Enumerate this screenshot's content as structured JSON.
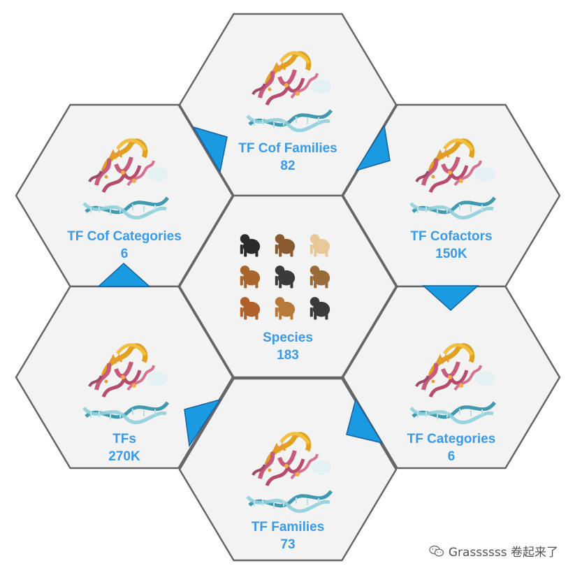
{
  "colors": {
    "hex_fill": "#f3f3f3",
    "hex_stroke": "#666666",
    "label": "#3a9ae8",
    "arrow": "#1a9ae0",
    "arrow_stroke": "#1560a0"
  },
  "nodes": [
    {
      "id": "tf-cof-families",
      "title": "TF Cof Families",
      "value": "82",
      "icon": "protein-dna-icon"
    },
    {
      "id": "tf-cof-categories",
      "title": "TF Cof Categories",
      "value": "6",
      "icon": "protein-dna-icon"
    },
    {
      "id": "tf-cofactors",
      "title": "TF Cofactors",
      "value": "150K",
      "icon": "protein-dna-icon"
    },
    {
      "id": "species",
      "title": "Species",
      "value": "183",
      "icon": "primates-icon"
    },
    {
      "id": "tfs",
      "title": "TFs",
      "value": "270K",
      "icon": "protein-dna-icon"
    },
    {
      "id": "tf-categories",
      "title": "TF Categories",
      "value": "6",
      "icon": "protein-dna-icon"
    },
    {
      "id": "tf-families",
      "title": "TF Families",
      "value": "73",
      "icon": "protein-dna-icon"
    }
  ],
  "watermark": {
    "text": "Grassssss 卷起来了",
    "icon": "wechat-icon"
  }
}
